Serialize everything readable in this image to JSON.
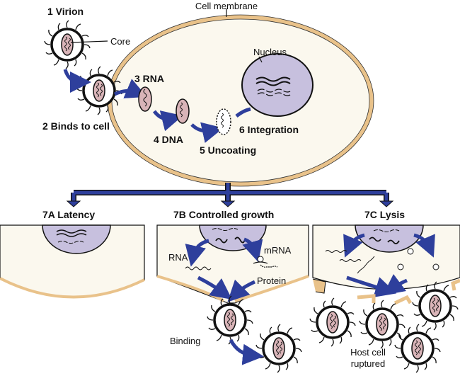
{
  "title": "Viral replication cycle",
  "colors": {
    "membrane": "#E9C28A",
    "cytoplasm": "#FBF8EE",
    "nucleus": "#C7C0DE",
    "core": "#D9B4B8",
    "arrow": "#2E3F9C",
    "outline": "#111111"
  },
  "labels": {
    "virion": "1 Virion",
    "core": "Core",
    "binds": "2 Binds to cell",
    "rna": "3 RNA",
    "dna": "4 DNA",
    "uncoating": "5 Uncoating",
    "integration": "6 Integration",
    "nucleus": "Nucleus",
    "cell_membrane": "Cell membrane"
  },
  "outcomes": [
    {
      "id": "latency",
      "title": "7A Latency"
    },
    {
      "id": "growth",
      "title": "7B Controlled growth",
      "rna": "RNA",
      "mrna": "mRNA",
      "protein": "Protein",
      "binding": "Binding"
    },
    {
      "id": "lysis",
      "title": "7C Lysis",
      "ruptured_1": "Host cell",
      "ruptured_2": "ruptured"
    }
  ]
}
